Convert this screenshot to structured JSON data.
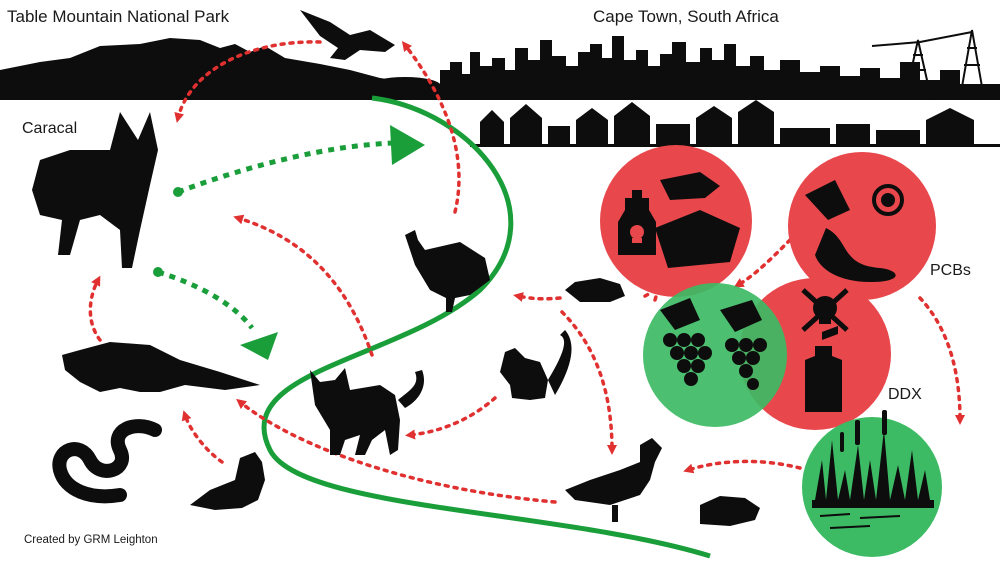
{
  "labels": {
    "park": "Table Mountain National Park",
    "city": "Cape Town, South Africa",
    "caracal": "Caracal",
    "pcbs": "PCBs",
    "ddx": "DDX",
    "credit": "Created by GRM Leighton"
  },
  "colors": {
    "silhouette": "#0d0d0d",
    "green_line": "#1a9e3a",
    "red_arrow": "#e03030",
    "contaminant_circle": "#e8474c",
    "clean_circle": "#3dbb64"
  },
  "icons": [
    "caracal-icon",
    "eagle-icon",
    "guineafowl-icon",
    "mongoose-icon",
    "snake-icon",
    "dove-icon",
    "cat-icon",
    "squirrel-icon",
    "rat-icon",
    "duck-icon",
    "mouse-icon",
    "bottle-icon",
    "spill-icon",
    "biohazard-icon",
    "skull-icon",
    "spray-icon",
    "grapes-icon",
    "wetland-icon"
  ]
}
